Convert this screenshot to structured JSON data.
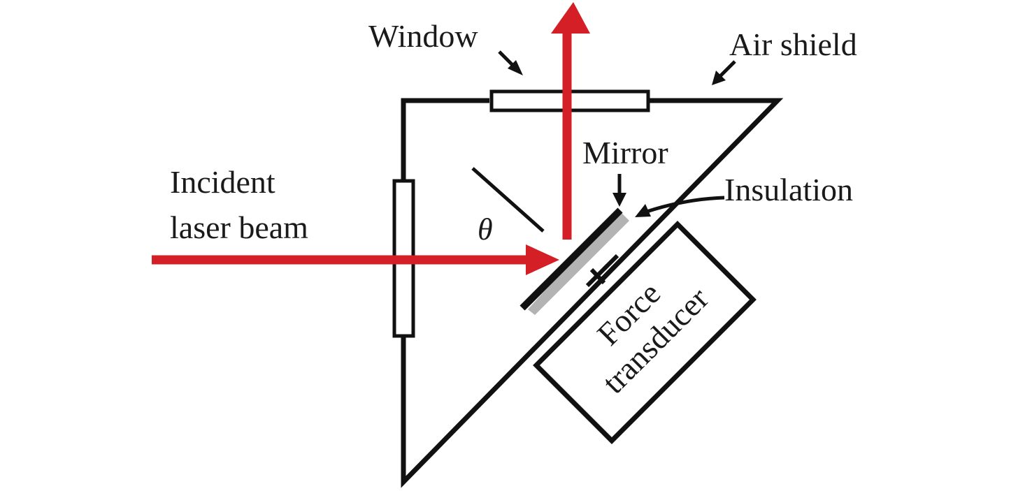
{
  "labels": {
    "window": "Window",
    "air_shield": "Air shield",
    "mirror": "Mirror",
    "insulation": "Insulation",
    "incident_line1": "Incident",
    "incident_line2": "laser beam",
    "theta": "θ",
    "force_line1": "Force",
    "force_line2": "transducer"
  },
  "colors": {
    "beam": "#d41f26",
    "outline": "#111111",
    "insulation": "#b3b3b3",
    "window_fill": "#ffffff",
    "background": "#ffffff"
  }
}
